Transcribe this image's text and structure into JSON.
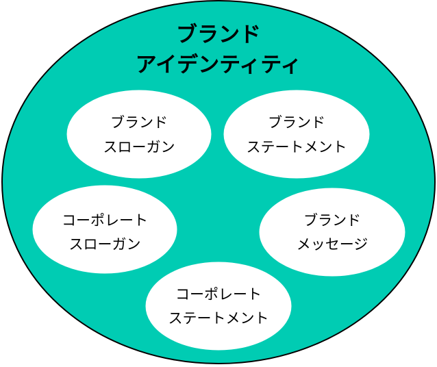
{
  "title": {
    "line1": "ブランド",
    "line2": "アイデンティティ"
  },
  "nodes": [
    {
      "line1": "ブランド",
      "line2": "スローガン"
    },
    {
      "line1": "ブランド",
      "line2": "ステートメント"
    },
    {
      "line1": "コーポレート",
      "line2": "スローガン"
    },
    {
      "line1": "ブランド",
      "line2": "メッセージ"
    },
    {
      "line1": "コーポレート",
      "line2": "ステートメント"
    }
  ],
  "colors": {
    "outer_fill": "#00ccb3",
    "inner_fill": "#ffffff",
    "outline": "#000000"
  }
}
